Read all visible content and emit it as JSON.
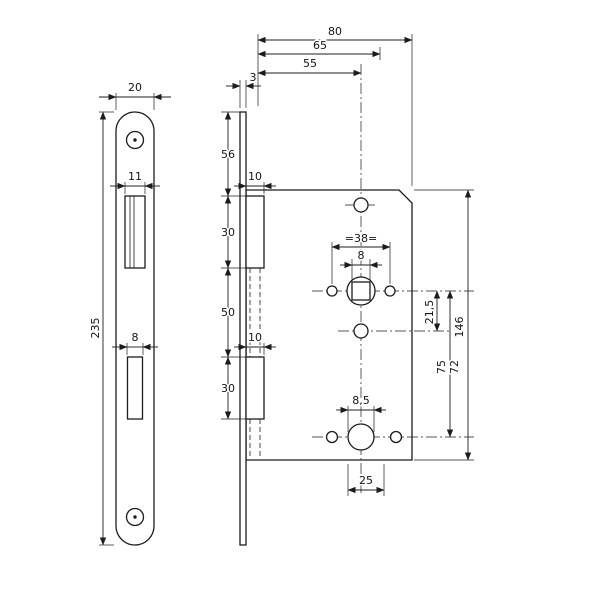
{
  "drawing": {
    "dims": {
      "overall_depth": "80",
      "body_depth": "65",
      "backset": "55",
      "faceplate_thickness": "3",
      "faceplate_width": "20",
      "faceplate_height": "235",
      "latch_opening_width": "11",
      "bolt_opening_width": "8",
      "top_to_latch": "56",
      "latch_height": "30",
      "latch_to_bolt": "50",
      "bolt_height": "30",
      "latch_depth": "10",
      "bolt_depth": "10",
      "handle_hole_spacing": "=38=",
      "follower_square": "8",
      "follower_to_hole": "21,5",
      "case_height": "146",
      "centers_upper": "75",
      "centers_lower": "72",
      "cylinder_hole_dia": "8,5",
      "bottom_offset": "25"
    }
  }
}
